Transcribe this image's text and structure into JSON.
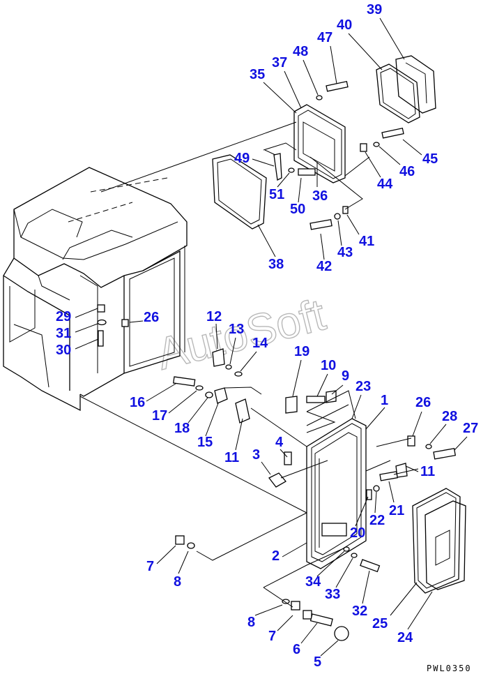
{
  "watermark": "AutoSoft",
  "drawing_code": "PWL0350",
  "callouts": [
    "1",
    "2",
    "3",
    "4",
    "5",
    "6",
    "7",
    "8",
    "9",
    "10",
    "11",
    "12",
    "13",
    "14",
    "15",
    "16",
    "17",
    "18",
    "19",
    "20",
    "21",
    "22",
    "23",
    "24",
    "25",
    "26",
    "27",
    "28",
    "29",
    "30",
    "31",
    "32",
    "33",
    "34",
    "35",
    "36",
    "37",
    "38",
    "39",
    "40",
    "41",
    "42",
    "43",
    "44",
    "45",
    "46",
    "47",
    "48",
    "49",
    "50",
    "51"
  ]
}
